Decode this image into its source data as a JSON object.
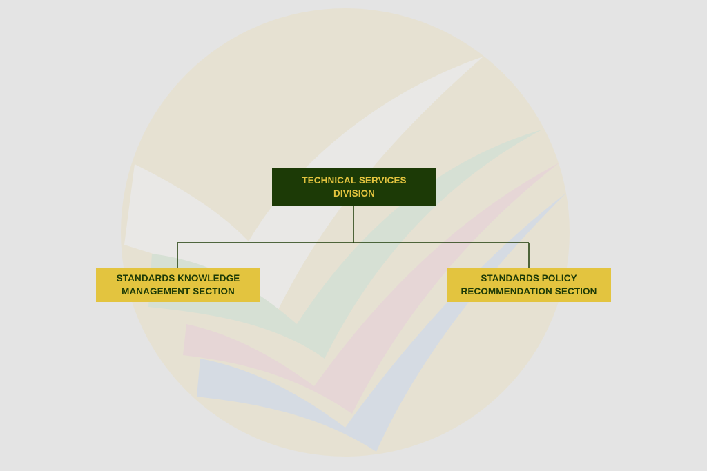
{
  "org_chart": {
    "division": {
      "line1": "TECHNICAL SERVICES",
      "line2": "DIVISION"
    },
    "sections": [
      {
        "line1": "STANDARDS KNOWLEDGE",
        "line2": "MANAGEMENT SECTION"
      },
      {
        "line1": "STANDARDS POLICY",
        "line2": "RECOMMENDATION SECTION"
      }
    ]
  },
  "colors": {
    "background": "#e4e4e4",
    "division_fill": "#1c3a06",
    "division_text": "#e3c43f",
    "section_fill": "#e3c43f",
    "section_text": "#1c3a06",
    "connector": "#1c3a06",
    "watermark_circle": "#e6e1d2",
    "watermark_green": "#d6e0d4",
    "watermark_red": "#e6d6d6",
    "watermark_blue": "#d5dbe3"
  },
  "icons": [
    "checkmark-logo-watermark"
  ]
}
